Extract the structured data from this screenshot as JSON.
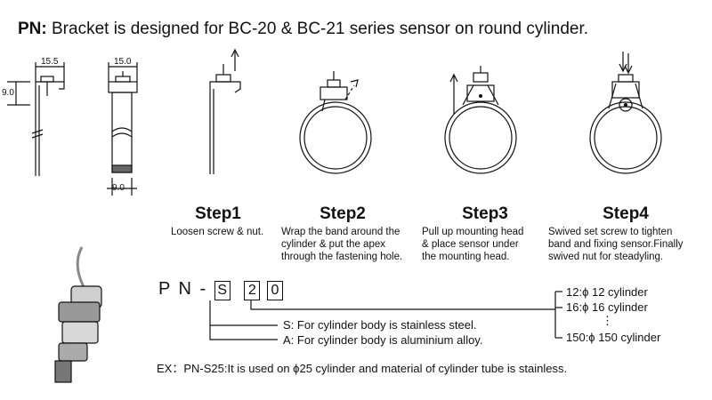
{
  "header": {
    "prefix": "PN:",
    "text": " Bracket is designed for BC-20 & BC-21 series sensor on round cylinder."
  },
  "dimensions": {
    "side_width": "15.5",
    "front_width": "15.0",
    "height": "9.0",
    "bottom_width": "9.0"
  },
  "steps": [
    {
      "title": "Step1",
      "lines": [
        "Loosen screw & nut."
      ]
    },
    {
      "title": "Step2",
      "lines": [
        "Wrap the band around the",
        "cylinder & put the apex",
        "through the fastening hole."
      ]
    },
    {
      "title": "Step3",
      "lines": [
        "Pull up mounting head",
        "& place sensor under",
        "the mounting head."
      ]
    },
    {
      "title": "Step4",
      "lines": [
        "Swived set screw to tighten",
        "band and fixing sensor.Finally",
        "swived nut for steadyling."
      ]
    }
  ],
  "part_code": {
    "prefix": "P N -",
    "box1": "S",
    "box2": "2",
    "box3": "0"
  },
  "material_options": [
    "S: For cylinder body is stainless steel.",
    "A: For cylinder body is aluminium alloy."
  ],
  "size_options": [
    "12:ϕ 12 cylinder",
    "16:ϕ  16 cylinder",
    "⋮",
    "150:ϕ 150  cylinder"
  ],
  "example": "EX：PN-S25:It is used on ϕ25  cylinder and material of cylinder tube is stainless.",
  "colors": {
    "line": "#111111",
    "body": "#ffffff"
  }
}
